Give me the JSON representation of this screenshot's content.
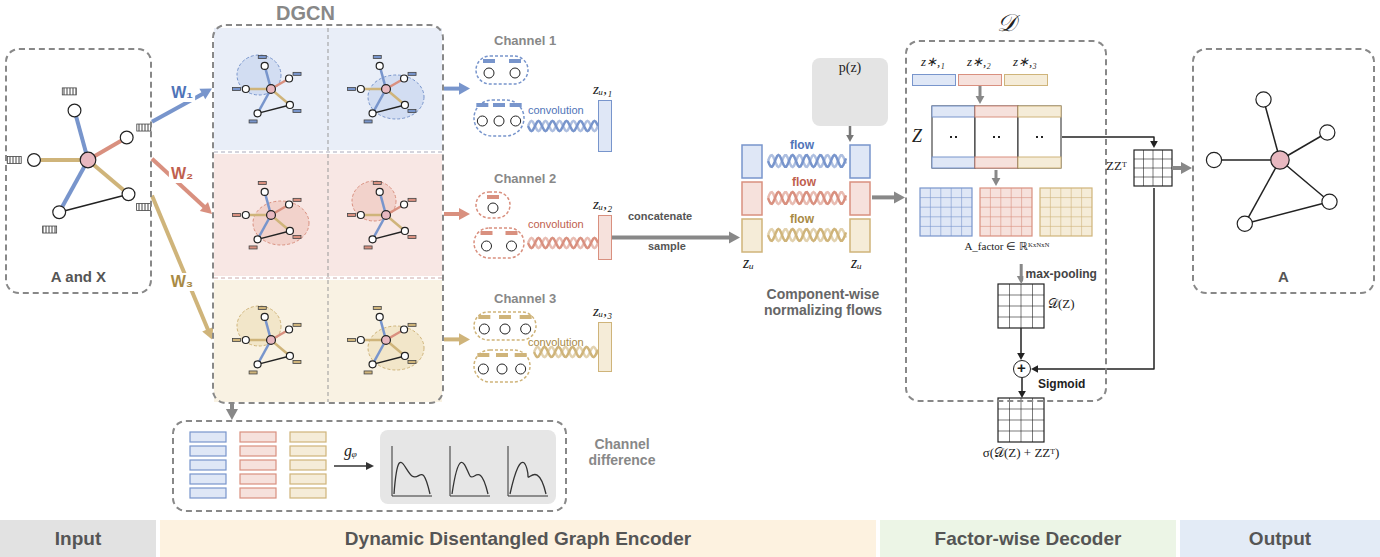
{
  "diagram": {
    "nodes": [
      {
        "text": [
          "A and X"
        ]
      },
      {
        "text": [
          "DGCN"
        ]
      },
      {
        "text": [
          "Channel 1",
          "convolution"
        ]
      },
      {
        "text": [
          "zᵤ,₁"
        ]
      },
      {
        "text": [
          "Channel 2",
          "convolution"
        ]
      },
      {
        "text": [
          "zᵤ,₂"
        ]
      },
      {
        "text": [
          "Channel 3",
          "convolution"
        ]
      },
      {
        "text": [
          "zᵤ,₃"
        ]
      },
      {
        "text": [
          "zᵤ"
        ]
      },
      {
        "text": [
          "p(z)"
        ]
      },
      {
        "text": [
          "zᵤ"
        ]
      },
      {
        "text": [
          "𝒟"
        ]
      },
      {
        "text": [
          "z∗,₁"
        ],
        "in": 11
      },
      {
        "text": [
          "z∗,₂"
        ],
        "in": 11
      },
      {
        "text": [
          "z∗,₃"
        ],
        "in": 11
      },
      {
        "text": [
          "Z"
        ],
        "in": 11
      },
      {
        "text": [
          "A_factor ∈ ℝᴷˣᴺˣᴺ"
        ],
        "in": 11
      },
      {
        "text": [
          "𝒟(Z)"
        ],
        "in": 11
      },
      {
        "text": [
          "ZZᵀ"
        ]
      },
      {
        "text": [
          "+"
        ]
      },
      {
        "text": [
          "σ(𝒟(Z) + ZZᵀ)"
        ]
      },
      {
        "text": [
          "A"
        ]
      },
      {
        "text": [
          "Channel difference"
        ]
      },
      {
        "text": [
          "Input"
        ]
      },
      {
        "text": [
          "Dynamic Disentangled Graph Encoder"
        ]
      },
      {
        "text": [
          "Factor-wise Decoder"
        ]
      },
      {
        "text": [
          "Output"
        ]
      }
    ],
    "edges": [
      {
        "from": 0,
        "to": 1,
        "arrow": "to",
        "label": "W₁"
      },
      {
        "from": 0,
        "to": 1,
        "arrow": "to",
        "label": "W₂"
      },
      {
        "from": 0,
        "to": 1,
        "arrow": "to",
        "label": "W₃"
      },
      {
        "from": 1,
        "to": 2,
        "arrow": "to"
      },
      {
        "from": 1,
        "to": 4,
        "arrow": "to"
      },
      {
        "from": 1,
        "to": 6,
        "arrow": "to"
      },
      {
        "from": 5,
        "to": 8,
        "arrow": "to"
      },
      {
        "from": 9,
        "to": 10,
        "arrow": "to"
      },
      {
        "from": 10,
        "to": 11,
        "arrow": "to"
      },
      {
        "from": 13,
        "to": 15,
        "arrow": "to"
      },
      {
        "from": 15,
        "to": 16,
        "arrow": "to"
      },
      {
        "from": 16,
        "to": 17,
        "arrow": "to",
        "label": "max-pooling"
      },
      {
        "from": 15,
        "to": 18,
        "arrow": "to"
      },
      {
        "from": 18,
        "to": 21,
        "arrow": "to"
      },
      {
        "from": 17,
        "to": 19,
        "arrow": "to"
      },
      {
        "from": 18,
        "to": 19,
        "arrow": "to"
      },
      {
        "from": 19,
        "to": 20,
        "arrow": "to"
      },
      {
        "from": 1,
        "to": 22,
        "arrow": "to"
      }
    ],
    "labels": [
      "concatenate",
      "sample",
      "flow",
      "flow",
      "flow",
      "Component-wise normalizing flows",
      "Sigmoid",
      "gᵩ"
    ]
  }
}
